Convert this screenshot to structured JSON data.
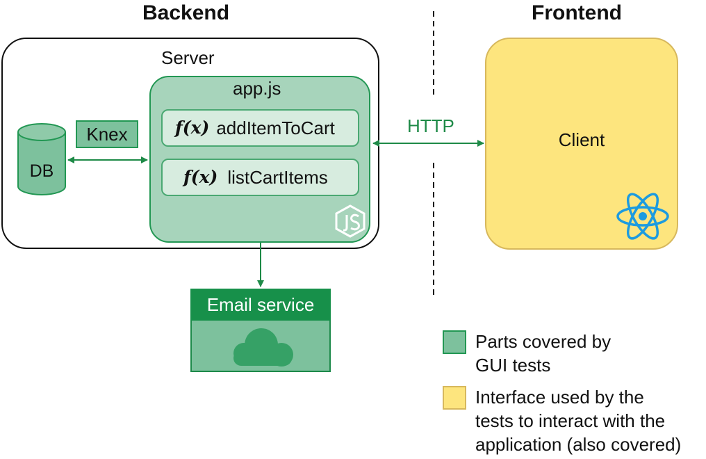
{
  "headings": {
    "backend": "Backend",
    "frontend": "Frontend"
  },
  "server": {
    "label": "Server"
  },
  "appjs": {
    "label": "app.js",
    "functions": [
      {
        "prefix": "f(x)",
        "name": "addItemToCart"
      },
      {
        "prefix": "f(x)",
        "name": "listCartItems"
      }
    ],
    "logo": "nodejs-logo"
  },
  "db": {
    "label": "DB"
  },
  "knex": {
    "label": "Knex"
  },
  "http": {
    "label": "HTTP"
  },
  "client": {
    "label": "Client",
    "logo": "react-logo"
  },
  "email": {
    "label": "Email service",
    "icon": "cloud-icon"
  },
  "legend": [
    {
      "text_line1": "Parts covered by",
      "text_line2": "GUI tests",
      "color": "#7dc19d"
    },
    {
      "text_line1": "Interface used by the",
      "text_line2": "tests to interact with the",
      "text_line3": "application (also covered)",
      "color": "#fde57e"
    }
  ],
  "colors": {
    "green_fill": "#a7d4bb",
    "green_border": "#229753",
    "green_dark": "#17904a",
    "yellow_fill": "#fde57e",
    "react_blue": "#1c9be0"
  }
}
